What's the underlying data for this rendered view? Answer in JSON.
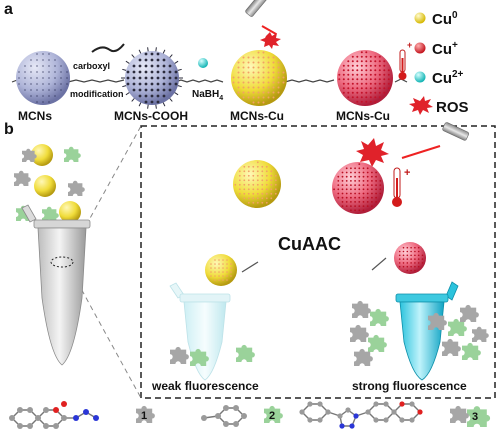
{
  "panel_labels": {
    "a": "a",
    "b": "b"
  },
  "panel_a": {
    "stage1": "MCNs",
    "step1_line1": "carboxyl",
    "step1_line2": "modification",
    "stage2": "MCNs-COOH",
    "reagent": "NaBH",
    "reagent_sub": "4",
    "stage3": "MCNs-Cu",
    "stage4": "MCNs-Cu"
  },
  "legend": {
    "items": [
      {
        "label": "Cu",
        "sup": "0",
        "color": "#ecd21c",
        "icon": "yellow-dot-icon"
      },
      {
        "label": "Cu",
        "sup": "+",
        "color": "#e0222a",
        "icon": "red-dot-icon"
      },
      {
        "label": "Cu",
        "sup": "2+",
        "color": "#2fd3d0",
        "icon": "cyan-dot-icon"
      },
      {
        "label": "ROS",
        "sup": "",
        "color": "#e0222a",
        "icon": "red-burst-icon"
      }
    ]
  },
  "panel_b": {
    "center_label": "CuAAC",
    "left_caption": "weak fluorescence",
    "right_caption": "strong fluorescence",
    "thermometer_sign": "+"
  },
  "bottom_row": {
    "badges": [
      "1",
      "2",
      "3"
    ]
  },
  "colors": {
    "mcn_sphere": "#aeb4d8",
    "cu_sphere": "#f0dc3a",
    "cu_dots": "#f3a06a",
    "red_sphere": "#e8405a",
    "tube_weak": "#dff4f6",
    "tube_strong": "#1fc4dc",
    "puzzle_gray": "#a6a6a6",
    "puzzle_green": "#9ad29a"
  }
}
